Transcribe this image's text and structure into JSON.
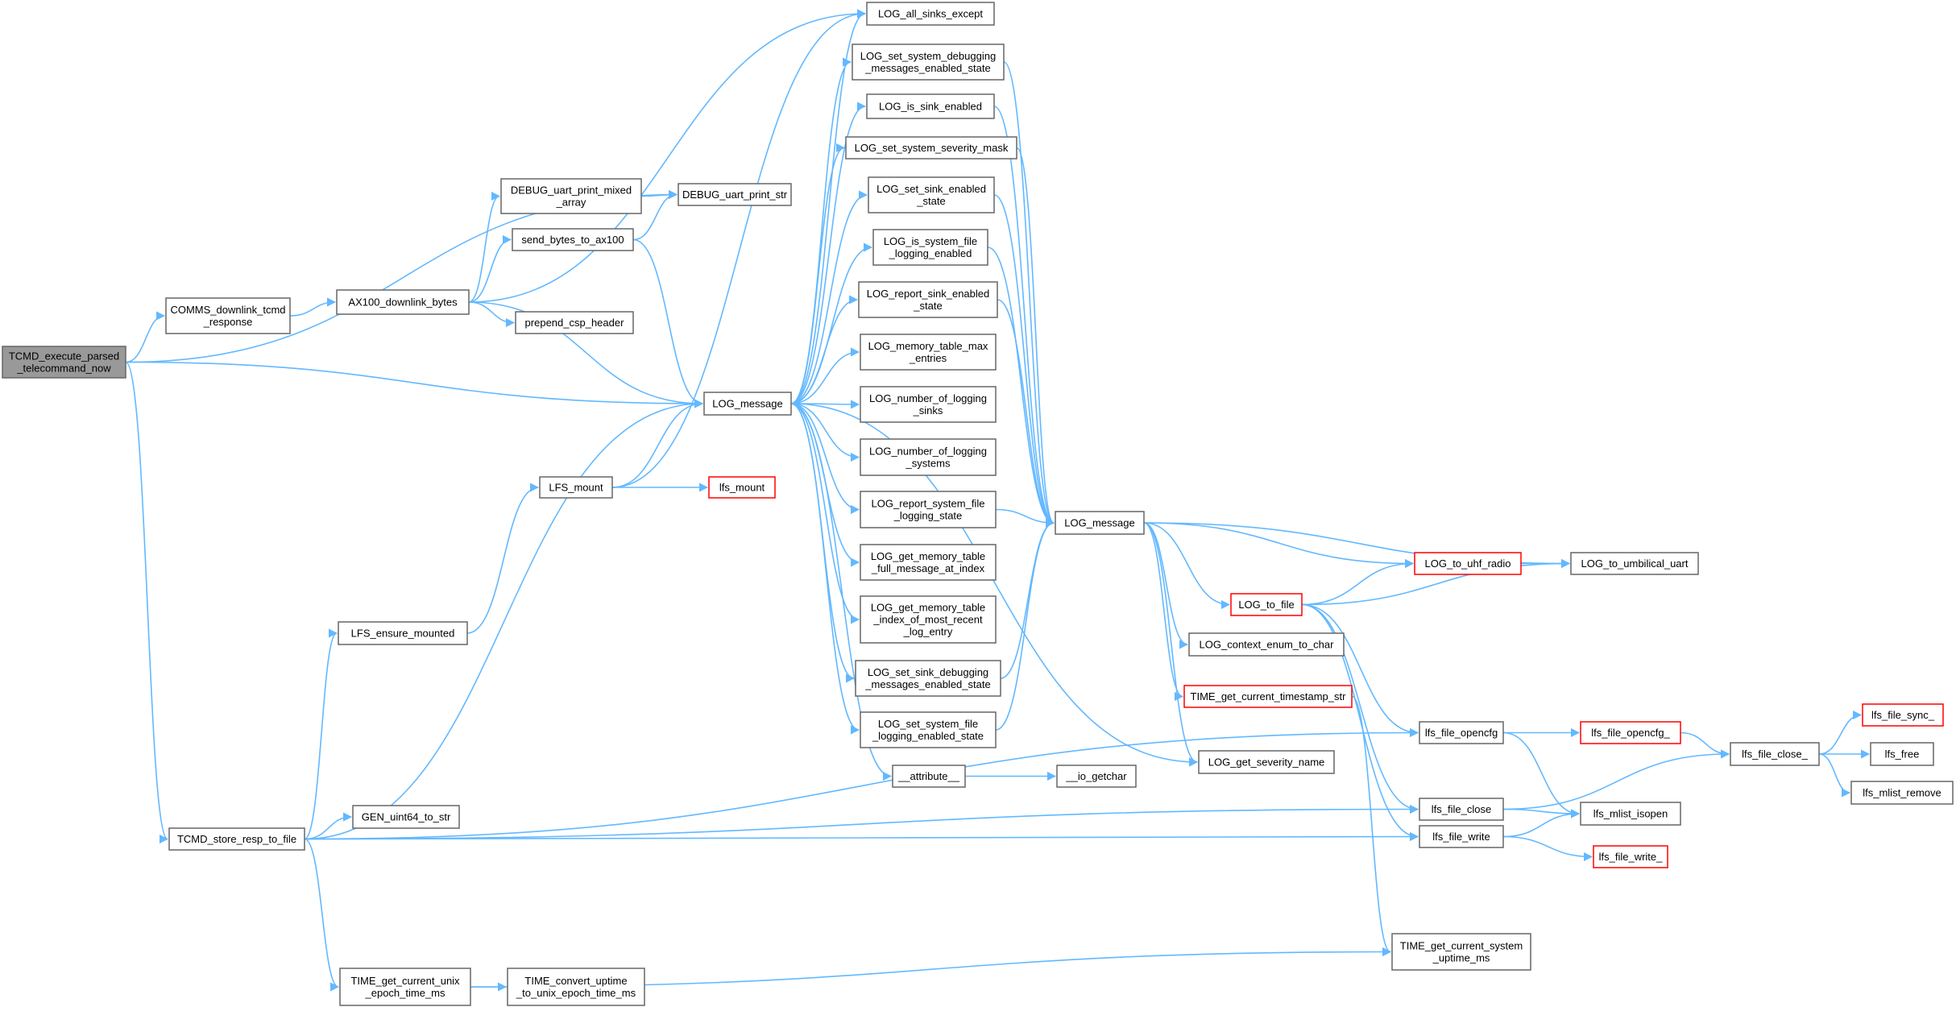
{
  "colors": {
    "edge": "#63b8ff",
    "node_border": "#666666",
    "node_fill": "#ffffff",
    "root_fill": "#999999",
    "root_border": "#666666",
    "truncated_border": "#ff0000"
  },
  "nodes": [
    {
      "id": "tcmd_exec",
      "lines": [
        "TCMD_execute_parsed",
        "_telecommand_now"
      ],
      "kind": "root"
    },
    {
      "id": "comms_dl",
      "lines": [
        "COMMS_downlink_tcmd",
        "_response"
      ]
    },
    {
      "id": "ax100_dl",
      "lines": [
        "AX100_downlink_bytes"
      ]
    },
    {
      "id": "debug_mixed",
      "lines": [
        "DEBUG_uart_print_mixed",
        "_array"
      ]
    },
    {
      "id": "send_bytes",
      "lines": [
        "send_bytes_to_ax100"
      ]
    },
    {
      "id": "prepend_csp",
      "lines": [
        "prepend_csp_header"
      ]
    },
    {
      "id": "debug_str",
      "lines": [
        "DEBUG_uart_print_str"
      ]
    },
    {
      "id": "log_msg1",
      "lines": [
        "LOG_message"
      ]
    },
    {
      "id": "lfs_mount_up",
      "lines": [
        "LFS_mount"
      ]
    },
    {
      "id": "lfs_mount_lo",
      "lines": [
        "lfs_mount"
      ],
      "kind": "truncated"
    },
    {
      "id": "lfs_ensure",
      "lines": [
        "LFS_ensure_mounted"
      ]
    },
    {
      "id": "tcmd_store",
      "lines": [
        "TCMD_store_resp_to_file"
      ]
    },
    {
      "id": "gen_u64",
      "lines": [
        "GEN_uint64_to_str"
      ]
    },
    {
      "id": "time_unix",
      "lines": [
        "TIME_get_current_unix",
        "_epoch_time_ms"
      ]
    },
    {
      "id": "time_convert",
      "lines": [
        "TIME_convert_uptime",
        "_to_unix_epoch_time_ms"
      ]
    },
    {
      "id": "log_all_sinks",
      "lines": [
        "LOG_all_sinks_except"
      ]
    },
    {
      "id": "log_set_sys_dbg",
      "lines": [
        "LOG_set_system_debugging",
        "_messages_enabled_state"
      ]
    },
    {
      "id": "log_is_sink",
      "lines": [
        "LOG_is_sink_enabled"
      ]
    },
    {
      "id": "log_set_sev",
      "lines": [
        "LOG_set_system_severity_mask"
      ]
    },
    {
      "id": "log_set_sink_en",
      "lines": [
        "LOG_set_sink_enabled",
        "_state"
      ]
    },
    {
      "id": "log_is_sys_file",
      "lines": [
        "LOG_is_system_file",
        "_logging_enabled"
      ]
    },
    {
      "id": "log_rep_sink",
      "lines": [
        "LOG_report_sink_enabled",
        "_state"
      ]
    },
    {
      "id": "log_mem_max",
      "lines": [
        "LOG_memory_table_max",
        "_entries"
      ]
    },
    {
      "id": "log_num_sinks",
      "lines": [
        "LOG_number_of_logging",
        "_sinks"
      ]
    },
    {
      "id": "log_num_sys",
      "lines": [
        "LOG_number_of_logging",
        "_systems"
      ]
    },
    {
      "id": "log_rep_sys_file",
      "lines": [
        "LOG_report_system_file",
        "_logging_state"
      ]
    },
    {
      "id": "log_get_mem_full",
      "lines": [
        "LOG_get_memory_table",
        "_full_message_at_index"
      ]
    },
    {
      "id": "log_get_mem_idx",
      "lines": [
        "LOG_get_memory_table",
        "_index_of_most_recent",
        "_log_entry"
      ]
    },
    {
      "id": "log_set_sink_dbg",
      "lines": [
        "LOG_set_sink_debugging",
        "_messages_enabled_state"
      ]
    },
    {
      "id": "log_set_sys_file",
      "lines": [
        "LOG_set_system_file",
        "_logging_enabled_state"
      ]
    },
    {
      "id": "attribute",
      "lines": [
        "__attribute__"
      ]
    },
    {
      "id": "io_getchar",
      "lines": [
        "__io_getchar"
      ]
    },
    {
      "id": "log_msg2",
      "lines": [
        "LOG_message"
      ]
    },
    {
      "id": "log_to_file",
      "lines": [
        "LOG_to_file"
      ],
      "kind": "truncated"
    },
    {
      "id": "log_ctx",
      "lines": [
        "LOG_context_enum_to_char"
      ]
    },
    {
      "id": "time_ts",
      "lines": [
        "TIME_get_current_timestamp_str"
      ],
      "kind": "truncated"
    },
    {
      "id": "log_sev_name",
      "lines": [
        "LOG_get_severity_name"
      ]
    },
    {
      "id": "log_uhf",
      "lines": [
        "LOG_to_uhf_radio"
      ],
      "kind": "truncated"
    },
    {
      "id": "log_umb",
      "lines": [
        "LOG_to_umbilical_uart"
      ]
    },
    {
      "id": "lfs_opencfg",
      "lines": [
        "lfs_file_opencfg"
      ]
    },
    {
      "id": "lfs_close",
      "lines": [
        "lfs_file_close"
      ]
    },
    {
      "id": "lfs_write",
      "lines": [
        "lfs_file_write"
      ]
    },
    {
      "id": "time_uptime",
      "lines": [
        "TIME_get_current_system",
        "_uptime_ms"
      ]
    },
    {
      "id": "lfs_opencfg_",
      "lines": [
        "lfs_file_opencfg_"
      ],
      "kind": "truncated"
    },
    {
      "id": "lfs_mlist_isopen",
      "lines": [
        "lfs_mlist_isopen"
      ]
    },
    {
      "id": "lfs_write_",
      "lines": [
        "lfs_file_write_"
      ],
      "kind": "truncated"
    },
    {
      "id": "lfs_close_",
      "lines": [
        "lfs_file_close_"
      ]
    },
    {
      "id": "lfs_sync_",
      "lines": [
        "lfs_file_sync_"
      ],
      "kind": "truncated"
    },
    {
      "id": "lfs_free",
      "lines": [
        "lfs_free"
      ]
    },
    {
      "id": "lfs_mlist_remove",
      "lines": [
        "lfs_mlist_remove"
      ]
    }
  ],
  "edges": [
    [
      "tcmd_exec",
      "comms_dl"
    ],
    [
      "tcmd_exec",
      "debug_str"
    ],
    [
      "tcmd_exec",
      "log_msg1"
    ],
    [
      "tcmd_exec",
      "tcmd_store"
    ],
    [
      "comms_dl",
      "ax100_dl"
    ],
    [
      "ax100_dl",
      "debug_mixed"
    ],
    [
      "ax100_dl",
      "send_bytes"
    ],
    [
      "ax100_dl",
      "prepend_csp"
    ],
    [
      "ax100_dl",
      "log_msg1"
    ],
    [
      "ax100_dl",
      "log_all_sinks"
    ],
    [
      "debug_mixed",
      "debug_str"
    ],
    [
      "send_bytes",
      "debug_str"
    ],
    [
      "send_bytes",
      "log_msg1"
    ],
    [
      "log_msg1",
      "log_all_sinks"
    ],
    [
      "log_msg1",
      "log_set_sys_dbg"
    ],
    [
      "log_msg1",
      "log_is_sink"
    ],
    [
      "log_msg1",
      "log_set_sev"
    ],
    [
      "log_msg1",
      "log_set_sink_en"
    ],
    [
      "log_msg1",
      "log_is_sys_file"
    ],
    [
      "log_msg1",
      "log_rep_sink"
    ],
    [
      "log_msg1",
      "log_mem_max"
    ],
    [
      "log_msg1",
      "log_num_sinks"
    ],
    [
      "log_msg1",
      "log_num_sys"
    ],
    [
      "log_msg1",
      "log_rep_sys_file"
    ],
    [
      "log_msg1",
      "log_get_mem_full"
    ],
    [
      "log_msg1",
      "log_get_mem_idx"
    ],
    [
      "log_msg1",
      "log_set_sink_dbg"
    ],
    [
      "log_msg1",
      "log_set_sys_file"
    ],
    [
      "log_msg1",
      "attribute"
    ],
    [
      "log_msg1",
      "log_sev_name"
    ],
    [
      "lfs_mount_up",
      "log_msg1"
    ],
    [
      "lfs_mount_up",
      "lfs_mount_lo"
    ],
    [
      "lfs_mount_up",
      "log_all_sinks"
    ],
    [
      "lfs_ensure",
      "lfs_mount_up"
    ],
    [
      "tcmd_store",
      "log_msg1"
    ],
    [
      "tcmd_store",
      "lfs_ensure"
    ],
    [
      "tcmd_store",
      "gen_u64"
    ],
    [
      "tcmd_store",
      "time_unix"
    ],
    [
      "tcmd_store",
      "lfs_opencfg"
    ],
    [
      "tcmd_store",
      "lfs_close"
    ],
    [
      "tcmd_store",
      "lfs_write"
    ],
    [
      "time_unix",
      "time_convert"
    ],
    [
      "time_unix",
      "time_uptime"
    ],
    [
      "log_set_sys_dbg",
      "log_msg2"
    ],
    [
      "log_is_sink",
      "log_msg2"
    ],
    [
      "log_set_sev",
      "log_msg2"
    ],
    [
      "log_set_sink_en",
      "log_msg2"
    ],
    [
      "log_is_sys_file",
      "log_msg2"
    ],
    [
      "log_rep_sink",
      "log_msg2"
    ],
    [
      "log_rep_sys_file",
      "log_msg2"
    ],
    [
      "log_set_sink_dbg",
      "log_msg2"
    ],
    [
      "log_set_sys_file",
      "log_msg2"
    ],
    [
      "attribute",
      "io_getchar"
    ],
    [
      "log_msg2",
      "log_uhf"
    ],
    [
      "log_msg2",
      "log_umb"
    ],
    [
      "log_msg2",
      "log_to_file"
    ],
    [
      "log_msg2",
      "log_ctx"
    ],
    [
      "log_msg2",
      "time_ts"
    ],
    [
      "log_msg2",
      "log_sev_name"
    ],
    [
      "log_uhf",
      "log_umb"
    ],
    [
      "log_to_file",
      "log_uhf"
    ],
    [
      "log_to_file",
      "log_umb"
    ],
    [
      "log_to_file",
      "lfs_opencfg"
    ],
    [
      "log_to_file",
      "lfs_close"
    ],
    [
      "log_to_file",
      "lfs_write"
    ],
    [
      "time_ts",
      "time_uptime"
    ],
    [
      "lfs_opencfg",
      "lfs_opencfg_"
    ],
    [
      "lfs_opencfg",
      "lfs_mlist_isopen"
    ],
    [
      "lfs_close",
      "lfs_close_"
    ],
    [
      "lfs_close",
      "lfs_mlist_isopen"
    ],
    [
      "lfs_write",
      "lfs_mlist_isopen"
    ],
    [
      "lfs_write",
      "lfs_write_"
    ],
    [
      "lfs_opencfg_",
      "lfs_close_"
    ],
    [
      "lfs_close_",
      "lfs_sync_"
    ],
    [
      "lfs_close_",
      "lfs_free"
    ],
    [
      "lfs_close_",
      "lfs_mlist_remove"
    ]
  ]
}
